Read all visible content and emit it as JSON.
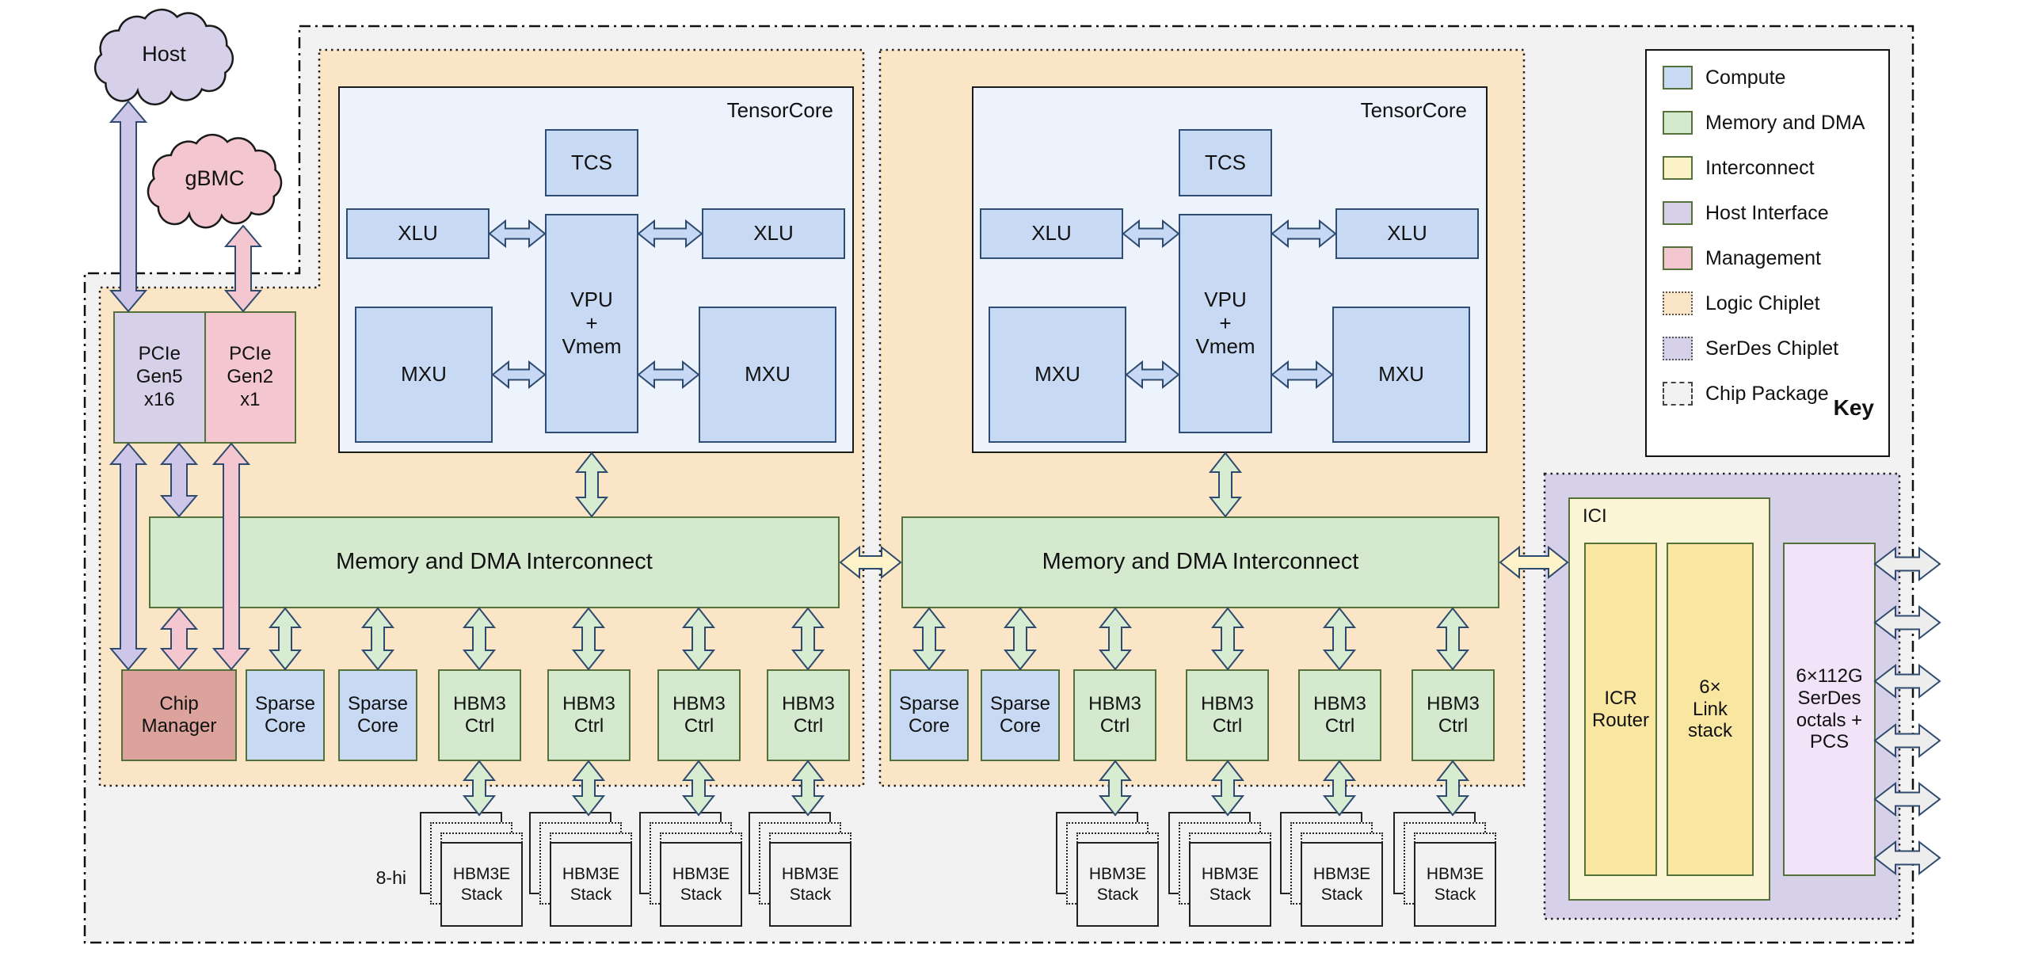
{
  "labels": {
    "host": "Host",
    "gbmc": "gBMC",
    "tensorcore": "TensorCore",
    "tcs": "TCS",
    "vpu": "VPU\n+\nVmem",
    "xlu": "XLU",
    "mxu": "MXU",
    "band": "Memory and DMA Interconnect",
    "pcie5": "PCIe\nGen5\nx16",
    "pcie2": "PCIe\nGen2\nx1",
    "chip_manager": "Chip\nManager",
    "sparse": "Sparse\nCore",
    "hbm_ctrl": "HBM3\nCtrl",
    "stack": "HBM3E\nStack",
    "stack_height": "8-hi",
    "ici": "ICI",
    "icr_router": "ICR\nRouter",
    "link_stack": "6×\nLink\nstack",
    "serdes_pcs": "6×112G\nSerDes\noctals +\nPCS"
  },
  "key": {
    "title": "Key",
    "items": [
      {
        "label": "Compute"
      },
      {
        "label": "Memory and DMA"
      },
      {
        "label": "Interconnect"
      },
      {
        "label": "Host Interface"
      },
      {
        "label": "Management"
      },
      {
        "label": "Logic Chiplet"
      },
      {
        "label": "SerDes Chiplet"
      },
      {
        "label": "Chip Package"
      }
    ]
  },
  "colors": {
    "compute": "#c7d9f3",
    "memory": "#d5e9ce",
    "interconnect": "#fbf2c8",
    "host_interface": "#d7d0e9",
    "management": "#f4c7d0",
    "logic_chiplet": "#fbe5c7",
    "serdes_chiplet": "#d7d0e9",
    "package": "#f2f2f2",
    "management_block": "#dca39c",
    "serdes_pcs": "#f1e4f9",
    "ici_outer": "#fdf6d6",
    "ici_inner": "#f9e7a1",
    "tensorcore_bg": "#ecf3fc",
    "border_olive": "#55713a",
    "border_blue": "#2f4d74",
    "arrow_outline": "#2e4a6e",
    "arrow_purple": "#cdc6e8",
    "arrow_pink": "#f4c7d0",
    "arrow_green": "#d7ecd1",
    "arrow_yellow": "#fcf3c9",
    "arrow_gray": "#ededed",
    "arrow_blue": "#c6d8f3"
  }
}
